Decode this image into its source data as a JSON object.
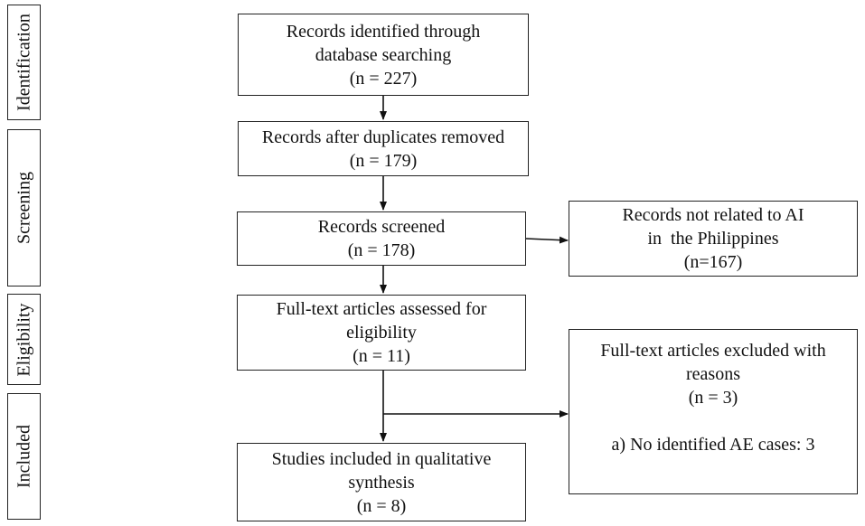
{
  "phases": [
    {
      "id": "identification",
      "label": "Identification"
    },
    {
      "id": "screening",
      "label": "Screening"
    },
    {
      "id": "eligibility",
      "label": "Eligibility"
    },
    {
      "id": "included",
      "label": "Included"
    }
  ],
  "boxes": {
    "identified": {
      "lines": [
        "Records identified through",
        "database searching",
        "(n = 227)"
      ]
    },
    "deduplicated": {
      "lines": [
        "Records after duplicates removed",
        "(n = 179)"
      ]
    },
    "screened": {
      "lines": [
        "Records screened",
        "(n = 178)"
      ]
    },
    "not_related": {
      "lines": [
        "Records not related to AI",
        "in  the Philippines",
        "(n=167)"
      ]
    },
    "fulltext_assessed": {
      "lines": [
        "Full-text articles assessed for",
        "eligibility",
        "(n = 11)"
      ]
    },
    "fulltext_excluded": {
      "lines": [
        "Full-text articles excluded with",
        "reasons",
        "(n = 3)",
        "",
        "a) No identified AE cases: 3"
      ]
    },
    "included": {
      "lines": [
        "Studies included in qualitative",
        "synthesis",
        "(n = 8)"
      ]
    }
  }
}
